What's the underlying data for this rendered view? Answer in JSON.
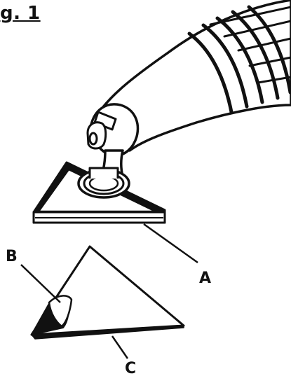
{
  "figure": {
    "title": "g. 1",
    "callouts": {
      "a": "A",
      "b": "B",
      "c": "C"
    }
  },
  "icons": {
    "tool": "oscillating-multi-tool-icon",
    "pad": "triangular-sanding-pad-icon",
    "sheet": "sanding-sheet-icon"
  }
}
